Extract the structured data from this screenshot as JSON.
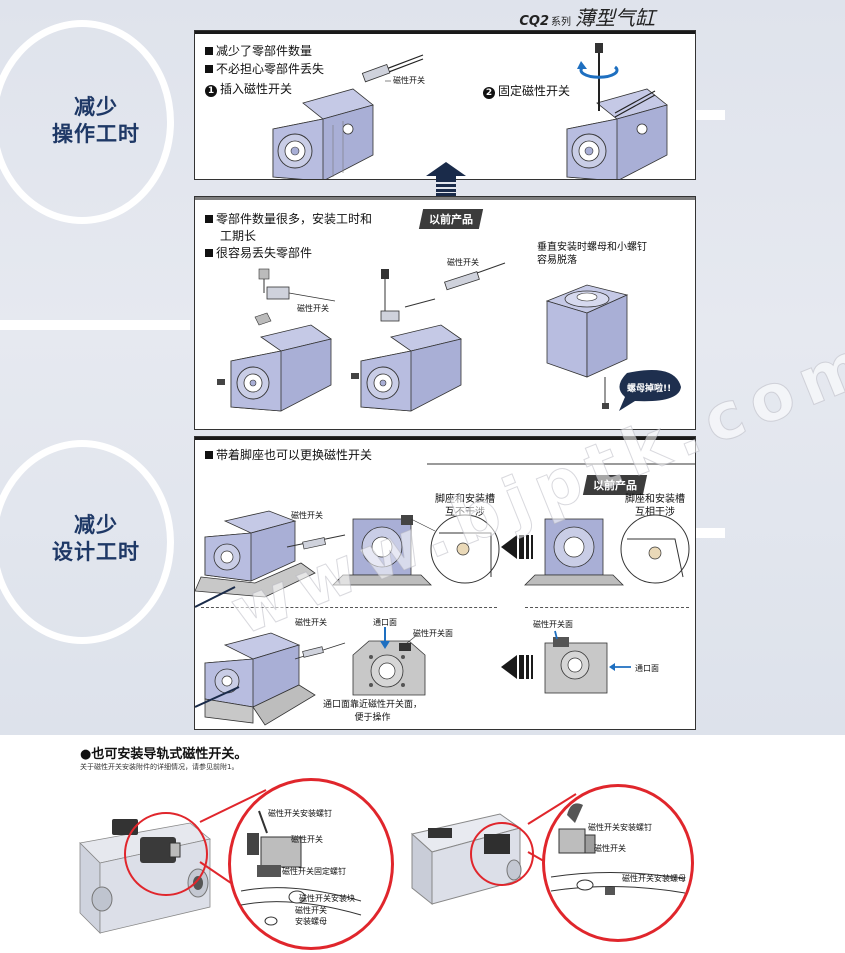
{
  "header": {
    "series": "CQ2",
    "series_suffix": "系列",
    "title": "薄型气缸"
  },
  "section1": {
    "label_line1": "减少",
    "label_line2": "操作工时"
  },
  "section2": {
    "label_line1": "减少",
    "label_line2": "设计工时"
  },
  "panel1": {
    "bullets": [
      "减少了零部件数量",
      "不必担心零部件丢失"
    ],
    "step1": {
      "num": "1",
      "text": "插入磁性开关"
    },
    "step2": {
      "num": "2",
      "text": "固定磁性开关"
    },
    "switch_label": "磁性开关"
  },
  "panel2": {
    "tag": "以前产品",
    "bullet1_line1": "零部件数量很多，安装工时和",
    "bullet1_line2": "工期长",
    "bullet2": "很容易丢失零部件",
    "switch_label_a": "磁性开关",
    "switch_label_b": "磁性开关",
    "note_line1": "垂直安装时螺母和小螺钉",
    "note_line2": "容易脱落",
    "bubble": "螺母掉啦!!"
  },
  "panel3": {
    "title": "带着脚座也可以更换磁性开关",
    "tag": "以前产品",
    "switch_label_a": "磁性开关",
    "new_note_line1": "脚座和安装槽",
    "new_note_line2": "互不干涉",
    "old_note_line1": "脚座和安装槽",
    "old_note_line2": "互相干涉",
    "switch_label_b": "磁性开关",
    "port_face": "通口面",
    "switch_face": "磁性开关面",
    "bottom_note_line1": "通口面靠近磁性开关面，",
    "bottom_note_line2": "便于操作",
    "old_switch_face": "磁性开关面",
    "old_port_face": "通口面"
  },
  "footer": {
    "title": "●也可安装导轨式磁性开关。",
    "note": "关于磁性开关安装附件的详细情况，请参见前附1。",
    "left_labels": [
      "磁性开关安装螺钉",
      "磁性开关",
      "磁性开关固定螺钉",
      "磁性开关安装块",
      "安装螺母"
    ],
    "left_label_prefix": "磁性开关",
    "right_labels": [
      "磁性开关安装螺钉",
      "磁性开关",
      "磁性开关安装螺母"
    ]
  },
  "watermark": "www.bjptk.com",
  "colors": {
    "accent_red": "#e0262c",
    "label_navy": "#1e3866",
    "cylinder_blue": "#a9afd6"
  }
}
